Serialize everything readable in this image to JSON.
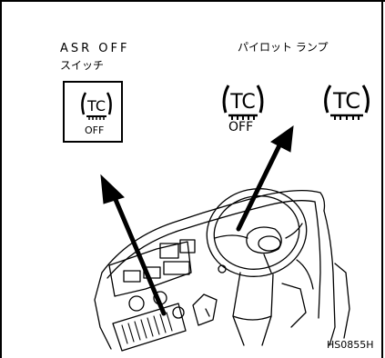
{
  "labels": {
    "asr_off": "ASR OFF",
    "switch": "スイッチ",
    "pilot_lamp": "パイロット ランプ",
    "figure_code": "HS0855H"
  },
  "icons": {
    "tc_text": "TC",
    "off_text": "OFF"
  }
}
